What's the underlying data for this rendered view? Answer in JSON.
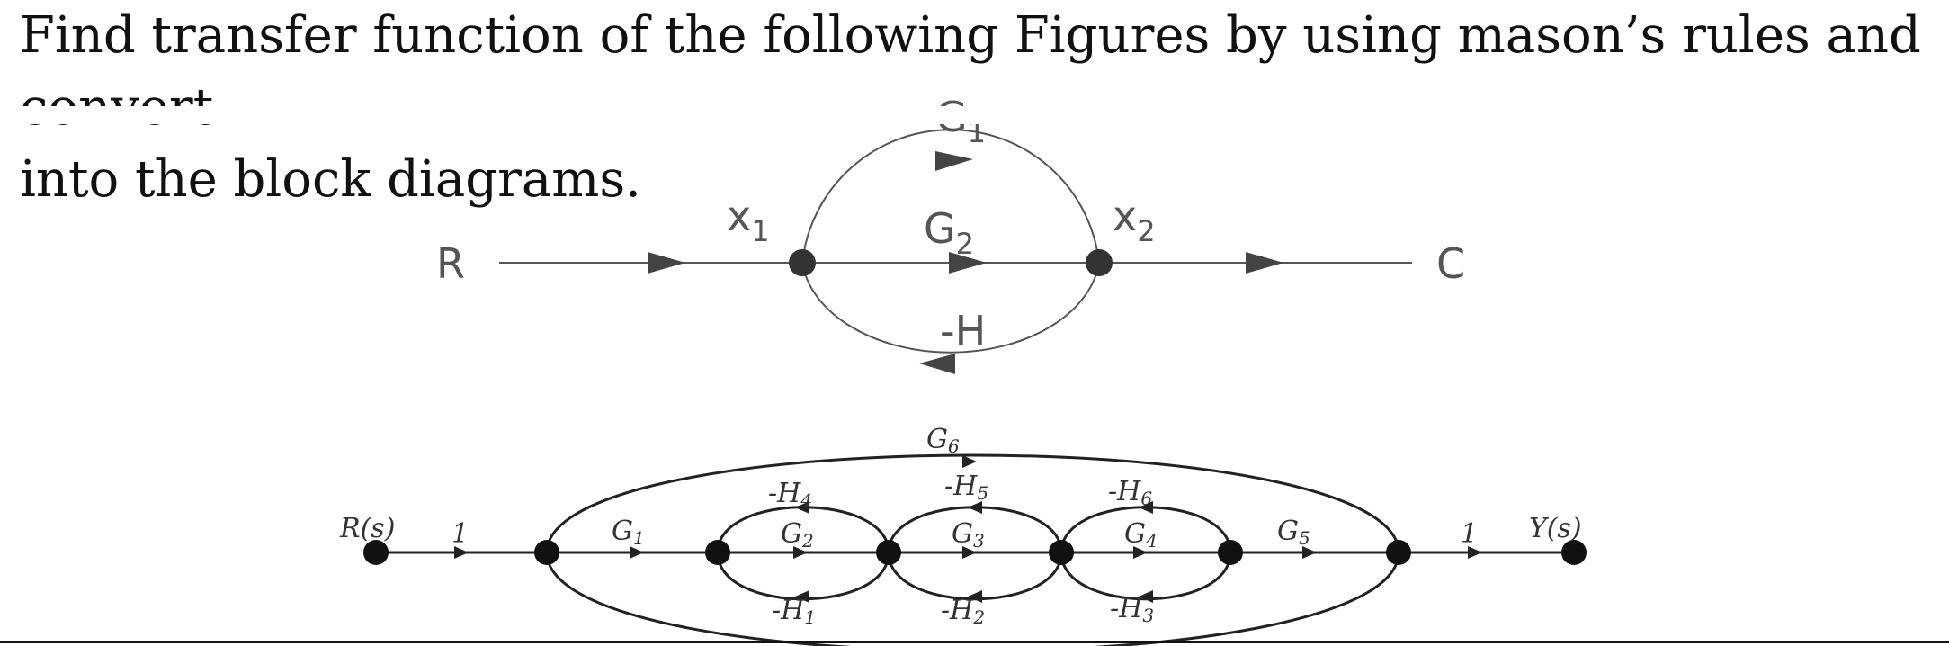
{
  "question": {
    "line1": "Find transfer function of the following Figures by using mason’s rules and convert",
    "line2": "into the block diagrams."
  },
  "figure1": {
    "input": "R",
    "output": "C",
    "node1_main": "x",
    "node1_sub": "1",
    "node2_main": "x",
    "node2_sub": "2",
    "top_gain_main": "G",
    "top_gain_sub": "1",
    "middle_gain_main": "G",
    "middle_gain_sub": "2",
    "feedback_gain": "-H"
  },
  "figure2": {
    "input": "R(s)",
    "output": "Y(s)",
    "input_gain": "1",
    "output_gain": "1",
    "G1": {
      "main": "G",
      "sub": "1"
    },
    "G2": {
      "main": "G",
      "sub": "2"
    },
    "G3": {
      "main": "G",
      "sub": "3"
    },
    "G4": {
      "main": "G",
      "sub": "4"
    },
    "G5": {
      "main": "G",
      "sub": "5"
    },
    "G6": {
      "main": "G",
      "sub": "6"
    },
    "H1": {
      "main": "-H",
      "sub": "1"
    },
    "H2": {
      "main": "-H",
      "sub": "2"
    },
    "H3": {
      "main": "-H",
      "sub": "3"
    },
    "H4": {
      "main": "-H",
      "sub": "4"
    },
    "H5": {
      "main": "-H",
      "sub": "5"
    },
    "H6": {
      "main": "-H",
      "sub": "6"
    }
  }
}
